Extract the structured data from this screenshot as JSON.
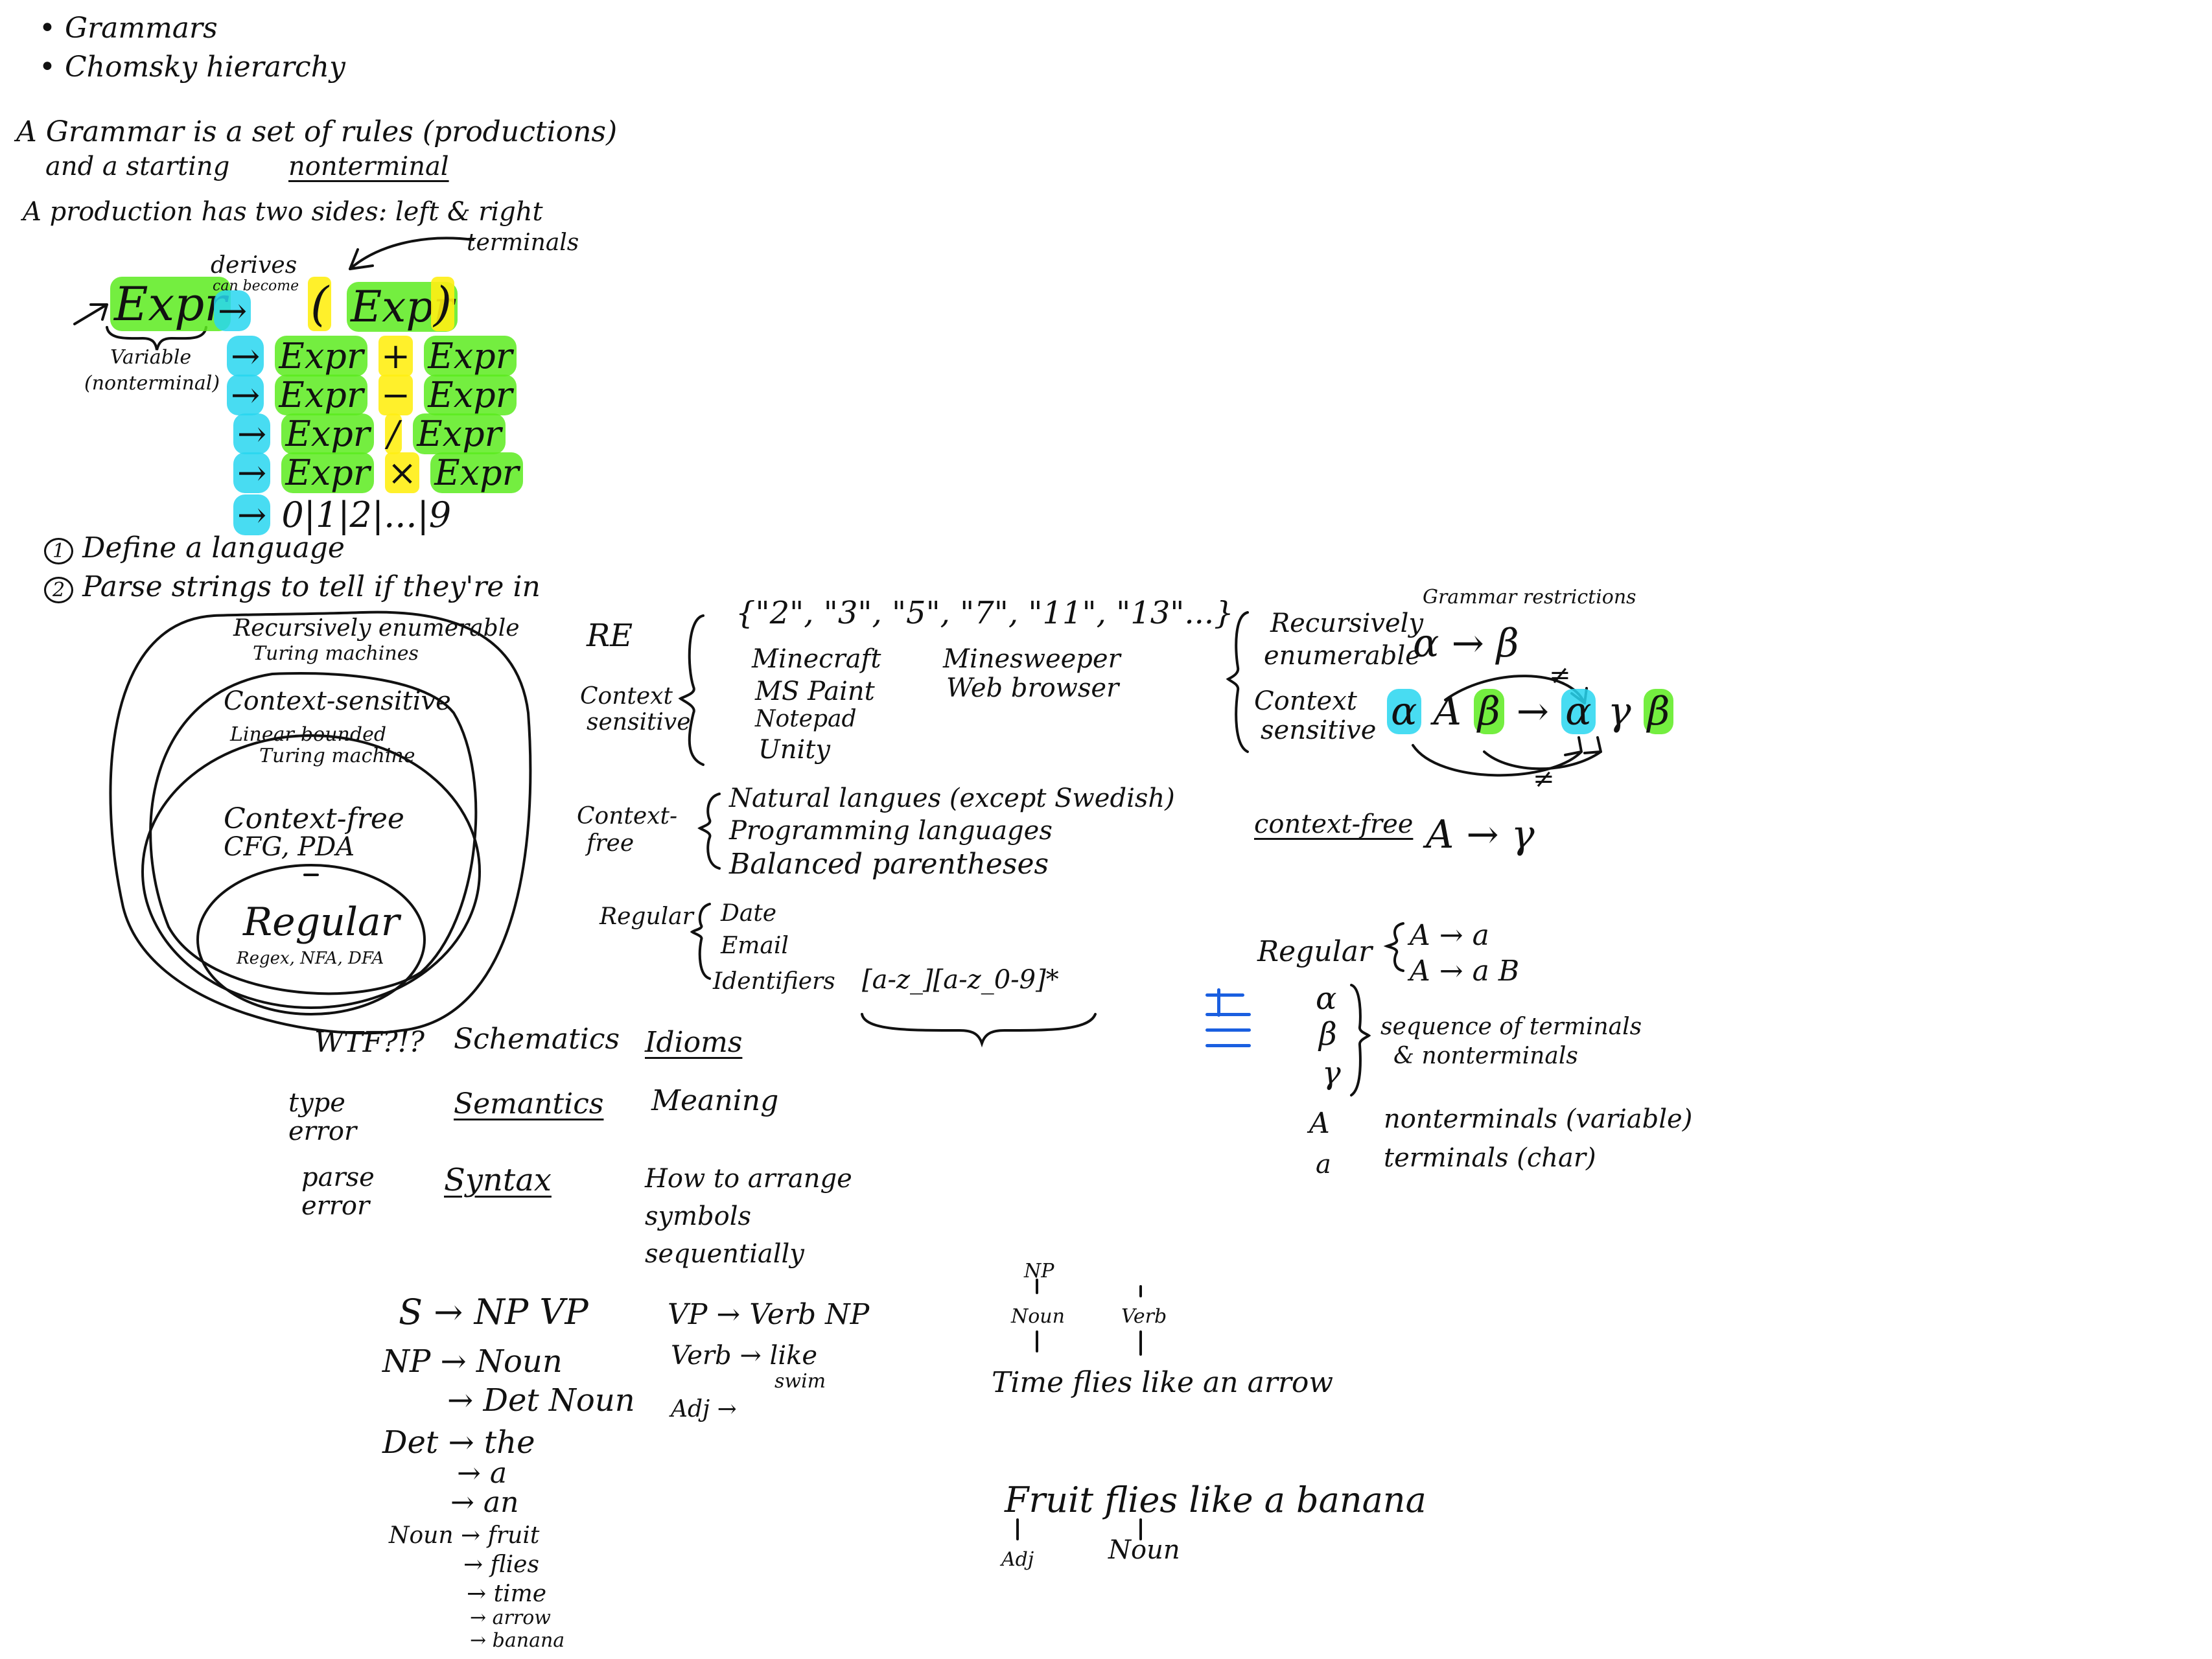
{
  "colors": {
    "ink": "#111111",
    "green_highlight": "#5ceb1e",
    "cyan_highlight": "#28d6f0",
    "yellow_highlight": "#ffee14",
    "blue_icon": "#1a5fe0"
  },
  "topics": {
    "item1": "• Grammars",
    "item2": "• Chomsky hierarchy"
  },
  "definitions": {
    "line1": "A Grammar is a set of rules (productions)",
    "line2_a": "and a starting",
    "line2_b": "nonterminal",
    "line3": "A production has two sides: left & right",
    "terminals_label": "terminals"
  },
  "production_example": {
    "lhs": "Expr",
    "derives": "derives",
    "can_become": "can become",
    "arrow": "→",
    "open_paren": "(",
    "close_paren": ")",
    "paren_inner": "Expr",
    "variable_label": "Variable",
    "nonterminal_label": "(nonterminal)",
    "rules": [
      {
        "left": "Expr",
        "op": "+",
        "right": "Expr"
      },
      {
        "left": "Expr",
        "op": "−",
        "right": "Expr"
      },
      {
        "left": "Expr",
        "op": "/",
        "right": "Expr"
      },
      {
        "left": "Expr",
        "op": "×",
        "right": "Expr"
      }
    ],
    "digits": "0|1|2|...|9"
  },
  "purposes": {
    "p1_num": "1",
    "p1": "Define a language",
    "p2_num": "2",
    "p2": "Parse strings to tell if they're in"
  },
  "hierarchy": {
    "re_title": "Recursively enumerable",
    "re_sub": "Turing machines",
    "cs_title": "Context-sensitive",
    "cs_sub1": "Linear-bounded",
    "cs_sub2": "Turing machine",
    "cf_title": "Context-free",
    "cf_sub": "CFG, PDA",
    "reg_title": "Regular",
    "reg_sub": "Regex, NFA, DFA"
  },
  "examples": {
    "re_label": "RE",
    "primes": "{\"2\", \"3\", \"5\", \"7\", \"11\", \"13\"...}",
    "cs_label1": "Context",
    "cs_label2": "sensitive",
    "cs_items_left": [
      "Minecraft",
      "MS Paint",
      "Notepad",
      "Unity"
    ],
    "cs_items_right": [
      "Minesweeper",
      "Web browser"
    ],
    "cf_label1": "Context-",
    "cf_label2": "free",
    "cf_items": [
      "Natural langues (except Swedish)",
      "Programming languages",
      "Balanced parentheses"
    ],
    "reg_label": "Regular",
    "reg_items": [
      "Date",
      "Email",
      "Identifiers"
    ],
    "identifier_regex": "[a-z_][a-z_0-9]*"
  },
  "restrictions": {
    "title": "Grammar restrictions",
    "re_label1": "Recursively",
    "re_label2": "enumerable",
    "re_rule": "α → β",
    "cs_label1": "Context",
    "cs_label2": "sensitive",
    "cs_alpha": "α",
    "cs_A": "A",
    "cs_beta": "β",
    "cs_arrow": "→",
    "cs_alpha2": "α",
    "cs_gamma": "γ",
    "cs_beta2": "β",
    "cs_ne": "≠",
    "cf_label": "context-free",
    "cf_rule": "A → γ",
    "reg_label": "Regular",
    "reg_rule1": "A → a",
    "reg_rule2": "A → a B",
    "greek_alpha": "α",
    "greek_beta": "β",
    "greek_gamma": "γ",
    "greek_desc1": "sequence of terminals",
    "greek_desc2": "& nonterminals",
    "cap_A": "A",
    "cap_A_desc": "nonterminals (variable)",
    "small_a": "a",
    "small_a_desc": "terminals (char)"
  },
  "meaning_table": {
    "row1": [
      "WTF?!?",
      "Schematics",
      "Idioms"
    ],
    "row2": [
      "type error",
      "Semantics",
      "Meaning"
    ],
    "row3": [
      "parse error",
      "Syntax",
      "How to arrange symbols sequentially"
    ]
  },
  "english_grammar": {
    "s_rule": "S → NP VP",
    "np_rule1": "NP → Noun",
    "np_rule2": "→ Det Noun",
    "det_rule1": "Det → the",
    "det_rule2": "→ a",
    "det_rule3": "→ an",
    "noun_rule1": "Noun → fruit",
    "noun_rules": [
      "→ flies",
      "→ time",
      "→ arrow",
      "→ banana"
    ],
    "vp_rule": "VP → Verb NP",
    "verb_rule": "Verb → like",
    "verb_rule2": "swim",
    "adj_rule": "Adj →"
  },
  "parse_examples": {
    "np_tag": "NP",
    "noun_tag": "Noun",
    "verb_tag": "Verb",
    "sentence1": "Time flies like an arrow",
    "sentence2": "Fruit flies like a banana",
    "adj_tag": "Adj",
    "noun_tag2": "Noun"
  }
}
